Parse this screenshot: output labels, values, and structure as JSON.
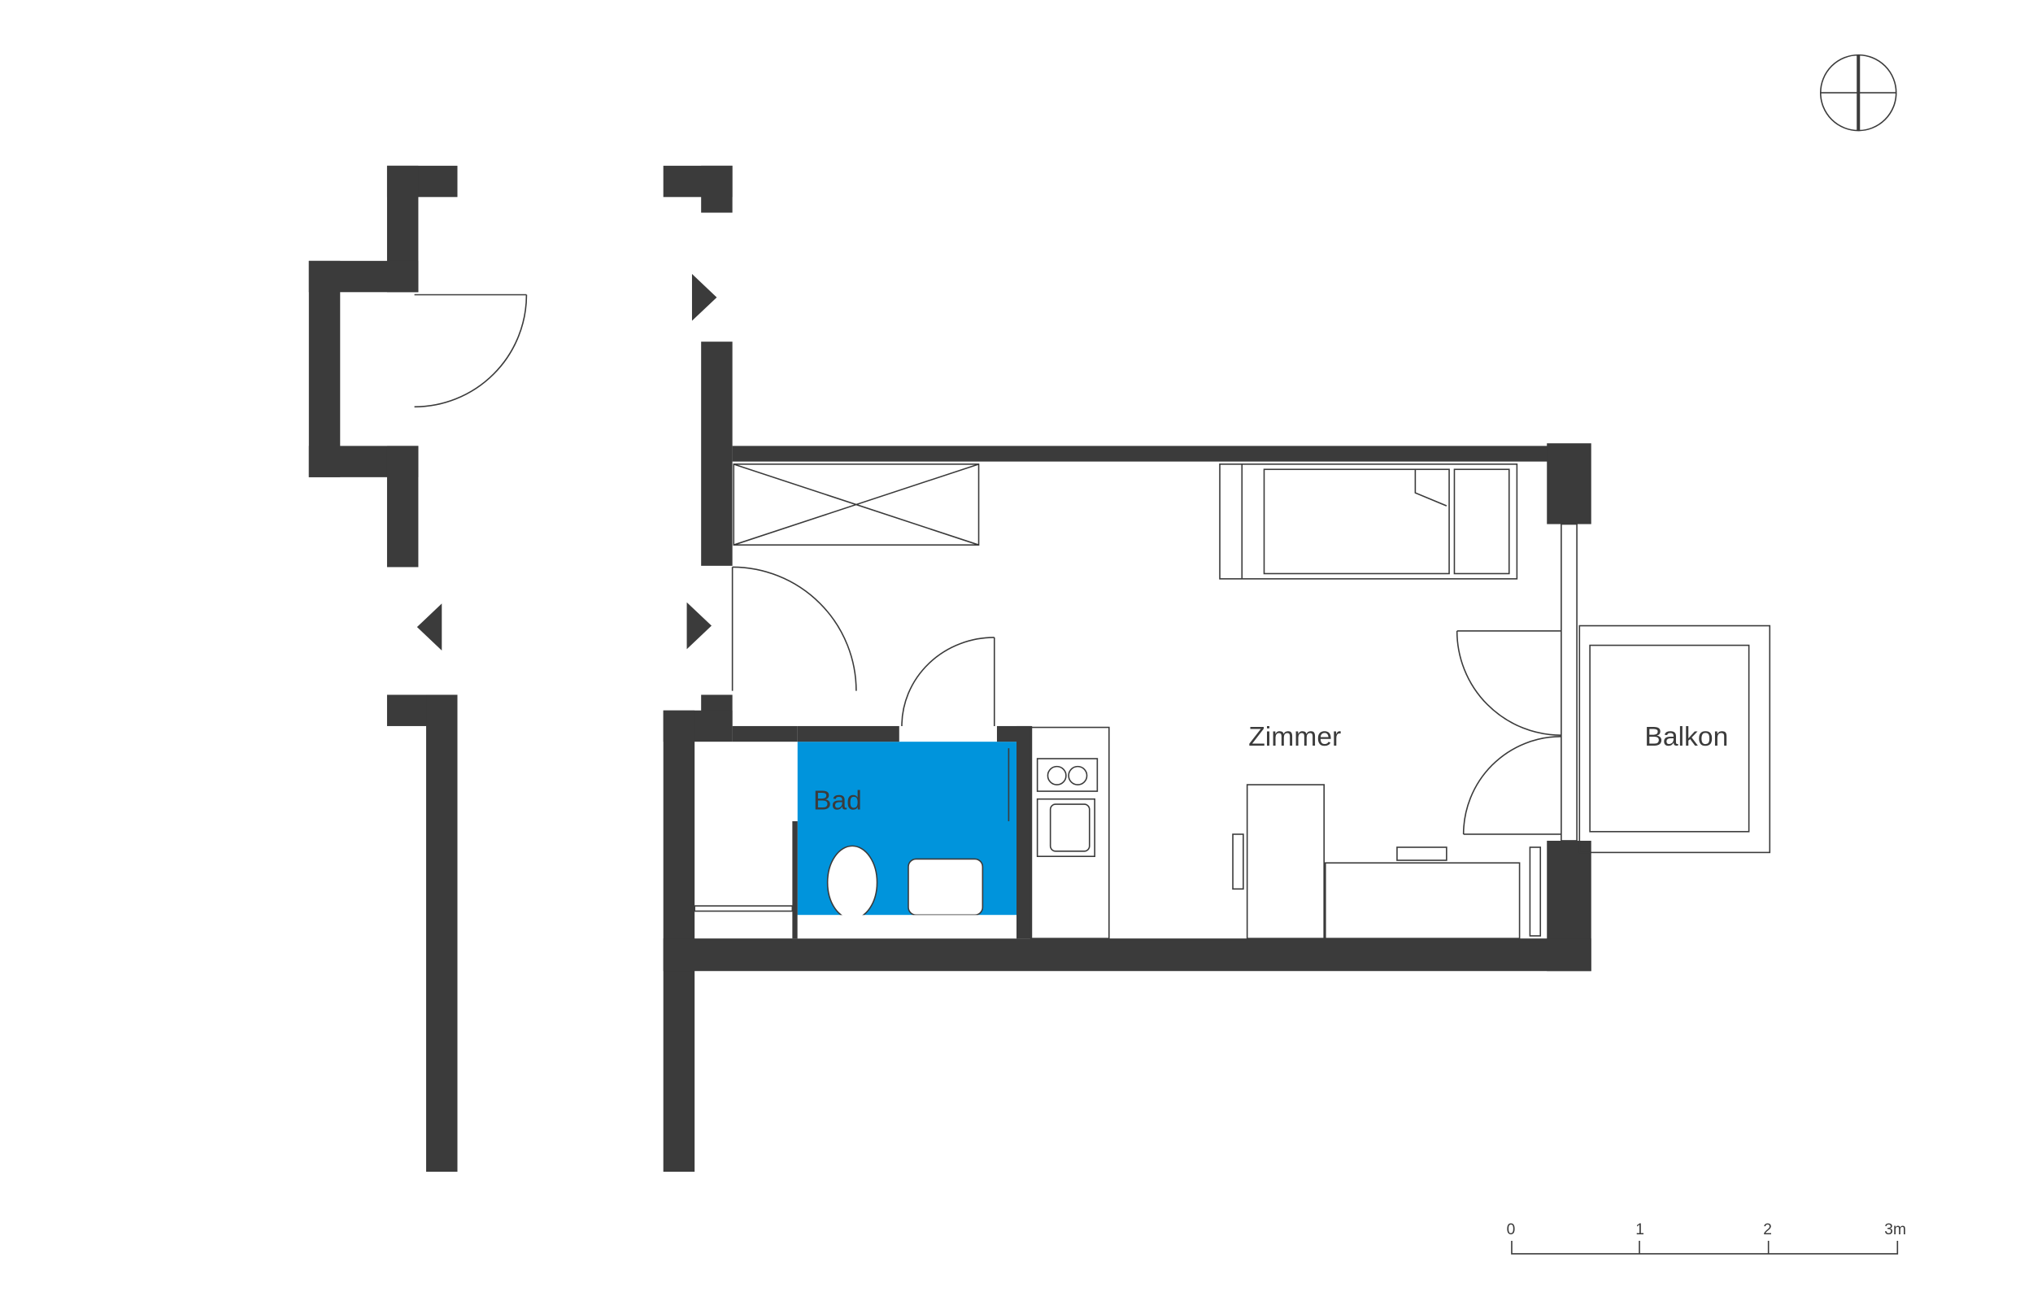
{
  "rooms": {
    "zimmer": "Zimmer",
    "balkon": "Balkon",
    "bad": "Bad"
  },
  "scale_bar": {
    "ticks": [
      "0",
      "1",
      "2",
      "3m"
    ]
  },
  "colors": {
    "wall": "#3b3b3b",
    "bathroom": "#0094dc"
  },
  "icons": {
    "compass": "north-arrow-icon",
    "entrance": "entrance-arrow-icon"
  }
}
